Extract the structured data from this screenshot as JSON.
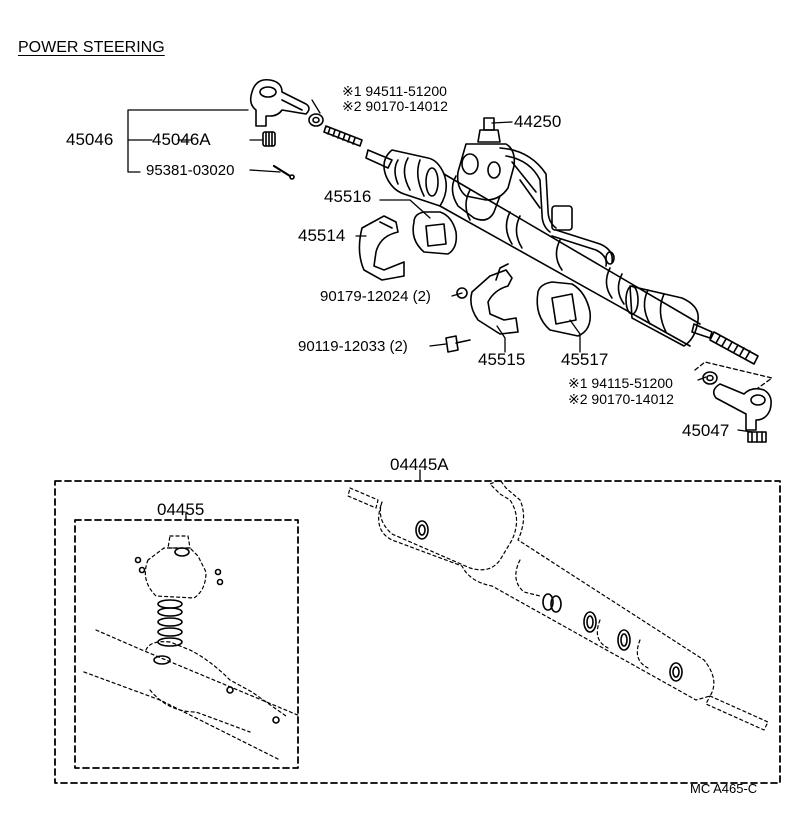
{
  "title": "POWER STEERING",
  "footer_code": "MC A465-C",
  "labels": {
    "tie_rod_end_left": "45046",
    "tie_rod_end_sub": "45046A",
    "cotter_pin_left": "95381-03020",
    "nut_note_1_top": "※1 94511-51200",
    "nut_note_2_top": "※2 90170-14012",
    "gear_assy": "44250",
    "bushing_left": "45516",
    "bracket_left": "45514",
    "nut_bracket": "90179-12024 (2)",
    "bolt_bracket": "90119-12033 (2)",
    "bracket_right": "45515",
    "bushing_right": "45517",
    "nut_note_1_bottom": "※1 94115-51200",
    "nut_note_2_bottom": "※2 90170-14012",
    "tie_rod_end_right": "45047",
    "gasket_kit": "04445A",
    "valve_kit": "04455"
  }
}
